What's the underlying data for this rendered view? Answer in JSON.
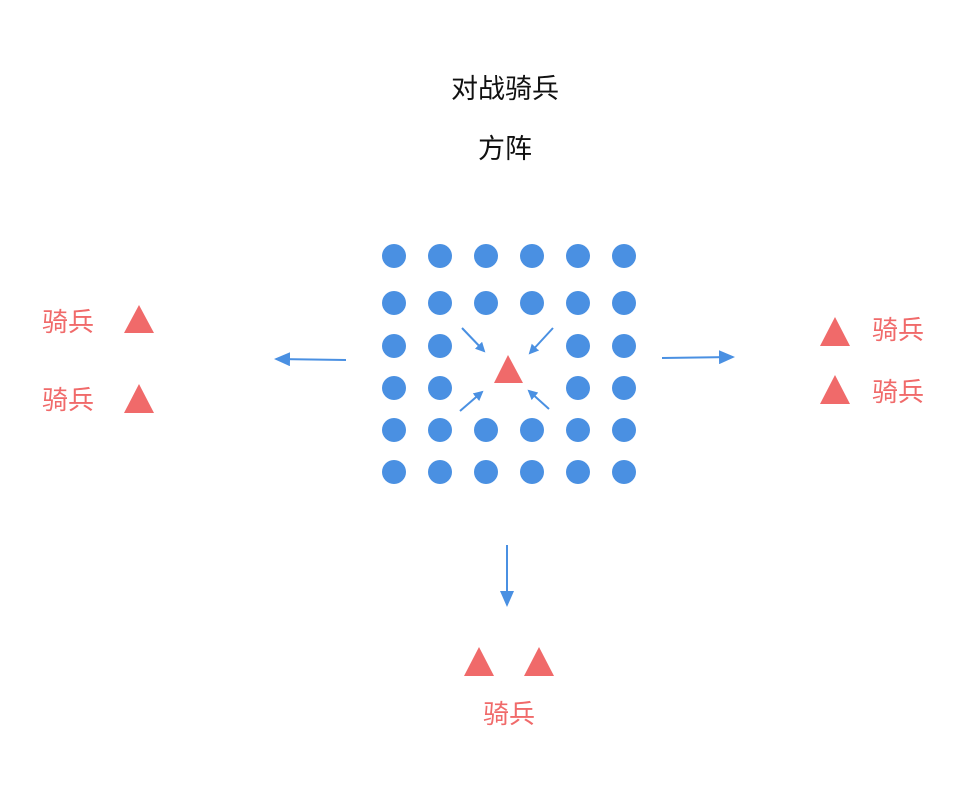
{
  "title": "对战骑兵",
  "subtitle": "方阵",
  "colors": {
    "infantry": "#4A90E2",
    "cavalry": "#F06A6A",
    "arrow": "#4A90E2",
    "text": "#111111",
    "label": "#F06A6A"
  },
  "formation": {
    "rows": 6,
    "cols": 6,
    "empty_cells": [
      [
        2,
        2
      ],
      [
        2,
        3
      ],
      [
        3,
        2
      ],
      [
        3,
        3
      ]
    ]
  },
  "cavalry_groups": {
    "left": {
      "label_1": "骑兵",
      "label_2": "骑兵"
    },
    "right": {
      "label_1": "骑兵",
      "label_2": "骑兵"
    },
    "bottom": {
      "label": "骑兵"
    }
  }
}
